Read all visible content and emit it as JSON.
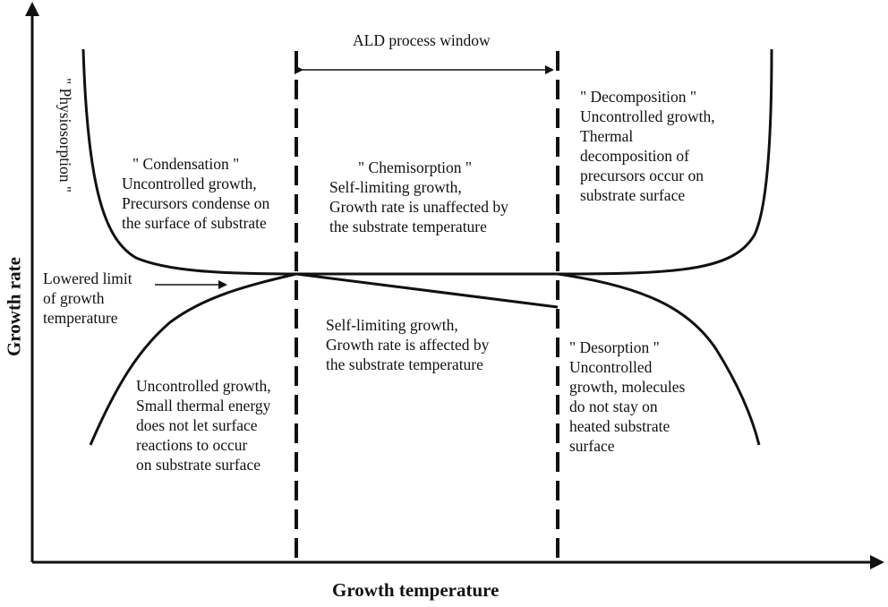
{
  "axes": {
    "x_title": "Growth temperature",
    "y_title": "Growth rate"
  },
  "window": {
    "title": "ALD process window"
  },
  "regions": {
    "physisorption": "\" Physiosorption \"",
    "condensation": {
      "title": "\" Condensation \"",
      "lines": [
        "Uncontrolled growth,",
        "Precursors condense on",
        "the surface of substrate"
      ]
    },
    "chemisorption": {
      "title": "\" Chemisorption \"",
      "lines": [
        "Self-limiting growth,",
        "Growth rate is unaffected by",
        "the substrate temperature"
      ]
    },
    "decomposition": {
      "title": "\" Decomposition \"",
      "lines": [
        "Uncontrolled growth,",
        "Thermal",
        "decomposition of",
        "precursors occur on",
        "substrate surface"
      ]
    },
    "lowered_limit": {
      "lines": [
        "Lowered limit",
        "of growth",
        "temperature"
      ]
    },
    "self_limiting_affected": {
      "lines": [
        "Self-limiting growth,",
        "Growth rate is affected by",
        "the substrate temperature"
      ]
    },
    "low_energy": {
      "lines": [
        "Uncontrolled growth,",
        "Small thermal energy",
        "does not let surface",
        "reactions to occur",
        "on substrate surface"
      ]
    },
    "desorption": {
      "title": "\" Desorption \"",
      "lines": [
        "Uncontrolled",
        "growth, molecules",
        "do not stay on",
        "heated substrate",
        "surface"
      ]
    }
  },
  "style": {
    "line_color": "#111111",
    "background": "#ffffff"
  }
}
